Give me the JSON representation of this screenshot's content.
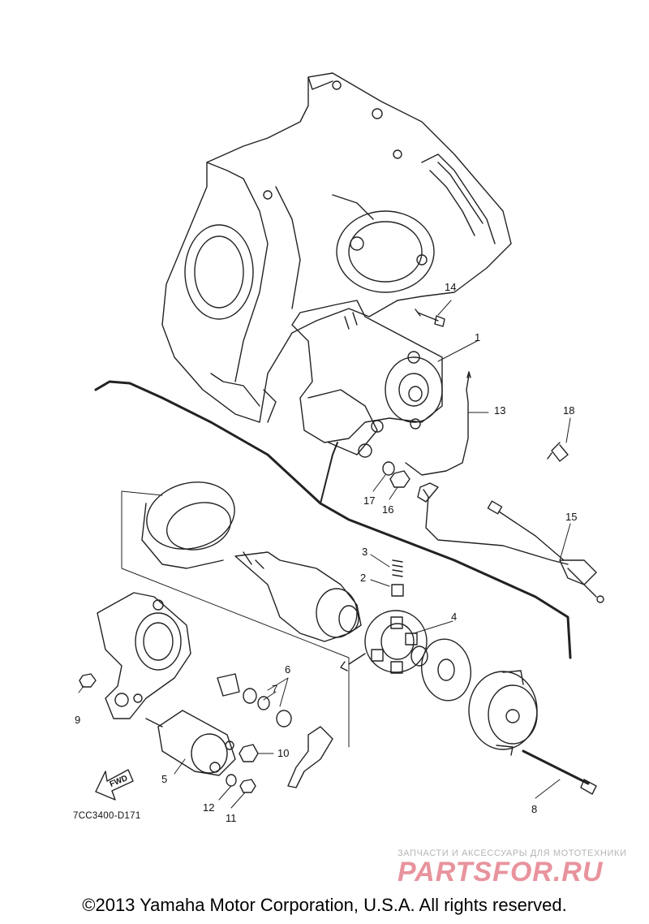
{
  "callouts": [
    {
      "id": "1",
      "label": "1"
    },
    {
      "id": "2",
      "label": "2"
    },
    {
      "id": "3",
      "label": "3"
    },
    {
      "id": "4",
      "label": "4"
    },
    {
      "id": "5",
      "label": "5"
    },
    {
      "id": "6",
      "label": "6"
    },
    {
      "id": "7",
      "label": "7"
    },
    {
      "id": "8",
      "label": "8"
    },
    {
      "id": "9",
      "label": "9"
    },
    {
      "id": "10",
      "label": "10"
    },
    {
      "id": "11",
      "label": "11"
    },
    {
      "id": "12",
      "label": "12"
    },
    {
      "id": "13",
      "label": "13"
    },
    {
      "id": "14",
      "label": "14"
    },
    {
      "id": "15",
      "label": "15"
    },
    {
      "id": "16",
      "label": "16"
    },
    {
      "id": "17",
      "label": "17"
    },
    {
      "id": "18",
      "label": "18"
    }
  ],
  "diagram_code": "7CC3400-D171",
  "fwd_label": "FWD",
  "watermark": {
    "subtitle": "ЗАПЧАСТИ И АКСЕССУАРЫ ДЛЯ МОТОТЕХНИКИ",
    "logo": "PARTSFOR.RU"
  },
  "copyright": "©2013 Yamaha Motor Corporation, U.S.A. All rights reserved."
}
